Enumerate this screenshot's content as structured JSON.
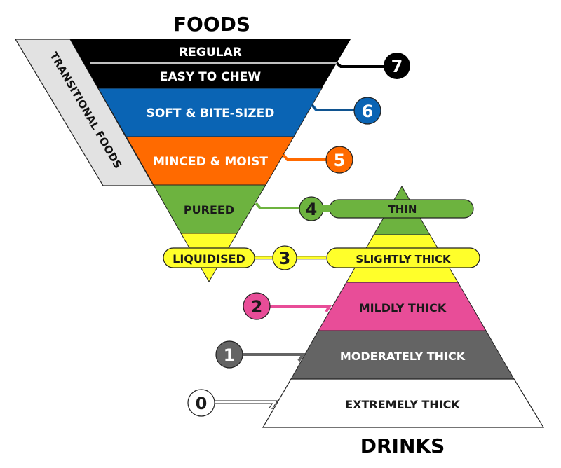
{
  "titles": {
    "foods": "FOODS",
    "drinks": "DRINKS",
    "transitional": "TRANSITIONAL FOODS"
  },
  "colors": {
    "black": "#000000",
    "blue": "#0a64b4",
    "orange": "#ff6a00",
    "green": "#6db33f",
    "yellow": "#ffff2a",
    "pink": "#e84d98",
    "gray": "#646464",
    "white": "#ffffff",
    "transitional": "#e2e2e2",
    "outline": "#222222"
  },
  "foods": {
    "levels": [
      {
        "level": "7",
        "labels": [
          "REGULAR",
          "EASY TO CHEW"
        ],
        "color": "#000000",
        "text_color": "#ffffff"
      },
      {
        "level": "6",
        "label": "SOFT & BITE-SIZED",
        "color": "#0a64b4",
        "text_color": "#ffffff"
      },
      {
        "level": "5",
        "label": "MINCED & MOIST",
        "color": "#ff6a00",
        "text_color": "#ffffff"
      },
      {
        "level": "4",
        "label": "PUREED",
        "color": "#6db33f",
        "text_color": "#1a1a1a"
      },
      {
        "level": "3",
        "label": "LIQUIDISED",
        "color": "#ffff2a",
        "text_color": "#1a1a1a"
      }
    ]
  },
  "drinks": {
    "levels": [
      {
        "level": "4",
        "label": "EXTREMELY THICK",
        "color": "#6db33f",
        "text_color": "#1a1a1a"
      },
      {
        "level": "3",
        "label": "MODERATELY THICK",
        "color": "#ffff2a",
        "text_color": "#1a1a1a"
      },
      {
        "level": "2",
        "label": "MILDLY THICK",
        "color": "#e84d98",
        "text_color": "#1a1a1a"
      },
      {
        "level": "1",
        "label": "SLIGHTLY THICK",
        "color": "#646464",
        "text_color": "#ffffff"
      },
      {
        "level": "0",
        "label": "THIN",
        "color": "#ffffff",
        "text_color": "#1a1a1a"
      }
    ]
  },
  "badges": {
    "b7": "7",
    "b6": "6",
    "b5": "5",
    "b4": "4",
    "b3": "3",
    "b2": "2",
    "b1": "1",
    "b0": "0"
  }
}
